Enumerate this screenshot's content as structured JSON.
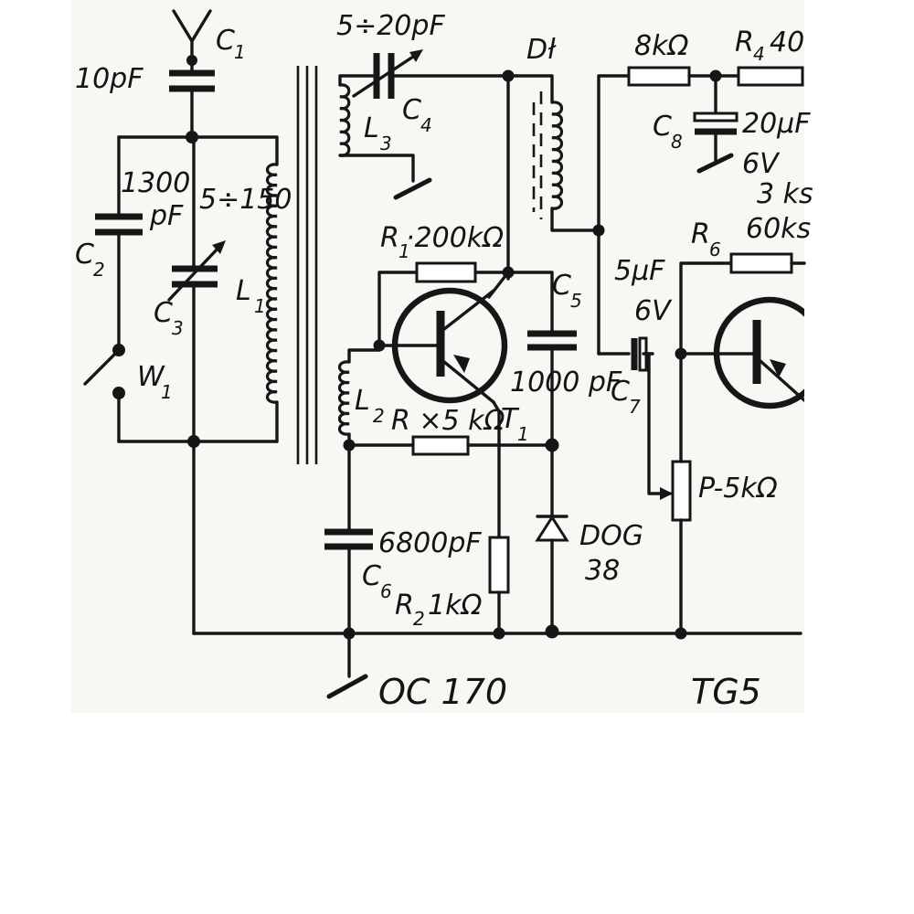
{
  "labels": {
    "c1": "C",
    "c1_sub": "1",
    "c1_value": "10pF",
    "c2": "C",
    "c2_sub": "2",
    "c2_value_line1": "1300",
    "c2_value_line2": "pF",
    "c3": "C",
    "c3_sub": "3",
    "c3_value": "5÷150",
    "l1": "L",
    "l1_sub": "1",
    "w1": "W",
    "w1_sub": "1",
    "c4_value": "5÷20pF",
    "c4": "C",
    "c4_sub": "4",
    "l3": "L",
    "l3_sub": "3",
    "dl": "Dł",
    "r1": "R",
    "r1_sub": "1",
    "r1_value": "·200kΩ",
    "c5": "C",
    "c5_sub": "5",
    "c5_value": "1000 pF",
    "l2": "L",
    "l2_sub": "2",
    "rx_value": "R ×5 kΩ",
    "t1": "T",
    "t1_sub": "1",
    "c6_value": "6800pF",
    "c6": "C",
    "c6_sub": "6",
    "r2": "R",
    "r2_sub": "2",
    "r2_value": "1kΩ",
    "diode_line1": "DOG",
    "diode_line2": "38",
    "r8k_value": "8kΩ",
    "r4": "R",
    "r4_sub": "4",
    "r4_value": "40",
    "c8": "C",
    "c8_sub": "8",
    "c8_value_line1": "20μF",
    "c8_value_line2": "6V",
    "c7_value_line1": "5μF",
    "c7_value_line2": "6V",
    "c7": "C",
    "c7_sub": "7",
    "r6": "R",
    "r6_sub": "6",
    "r6_value_line1": "3 ks",
    "r6_value_line2": "60ks",
    "pot_value": "P-5kΩ",
    "oc170": "OC 170",
    "tg5": "TG5"
  },
  "colors": {
    "ink": "#161616",
    "paper": "#f7f7f4",
    "background": "#ffffff"
  }
}
